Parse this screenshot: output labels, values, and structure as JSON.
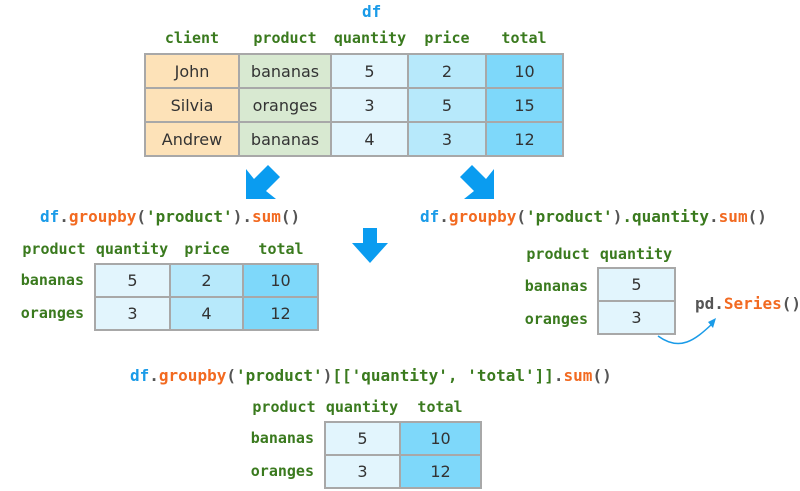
{
  "df": {
    "title": "df",
    "columns": [
      "client",
      "product",
      "quantity",
      "price",
      "total"
    ],
    "rows": [
      [
        "John",
        "bananas",
        "5",
        "2",
        "10"
      ],
      [
        "Silvia",
        "oranges",
        "3",
        "5",
        "15"
      ],
      [
        "Andrew",
        "bananas",
        "4",
        "3",
        "12"
      ]
    ]
  },
  "left": {
    "code": {
      "df": "df",
      "dot": ".",
      "fn": "groupby",
      "open": "(",
      "arg": "'product'",
      "close": ")",
      "dot2": ".",
      "fn2": "sum",
      "end": "()"
    },
    "columns": [
      "product",
      "quantity",
      "price",
      "total"
    ],
    "index": [
      "bananas",
      "oranges"
    ],
    "rows": [
      [
        "5",
        "2",
        "10"
      ],
      [
        "3",
        "4",
        "12"
      ]
    ]
  },
  "right": {
    "code": {
      "df": "df",
      "dot": ".",
      "fn": "groupby",
      "open": "(",
      "arg": "'product'",
      "close": ")",
      "attr": ".quantity",
      "dot2": ".",
      "fn2": "sum",
      "end": "()"
    },
    "columns": [
      "product",
      "quantity"
    ],
    "index": [
      "bananas",
      "oranges"
    ],
    "rows": [
      [
        "5"
      ],
      [
        "3"
      ]
    ],
    "note": {
      "pd": "pd.",
      "fn": "Series",
      "end": "()"
    }
  },
  "bottom": {
    "code": {
      "df": "df",
      "dot": ".",
      "fn": "groupby",
      "open": "(",
      "arg": "'product'",
      "close": ")",
      "sel": "[['quantity', 'total']]",
      "dot2": ".",
      "fn2": "sum",
      "end": "()"
    },
    "columns": [
      "product",
      "quantity",
      "total"
    ],
    "index": [
      "bananas",
      "oranges"
    ],
    "rows": [
      [
        "5",
        "10"
      ],
      [
        "3",
        "12"
      ]
    ]
  },
  "colors": {
    "arrow": "#0a9cf0",
    "code_df": "#1a9be8",
    "code_fn": "#f26a21",
    "label": "#3a7a1e"
  }
}
